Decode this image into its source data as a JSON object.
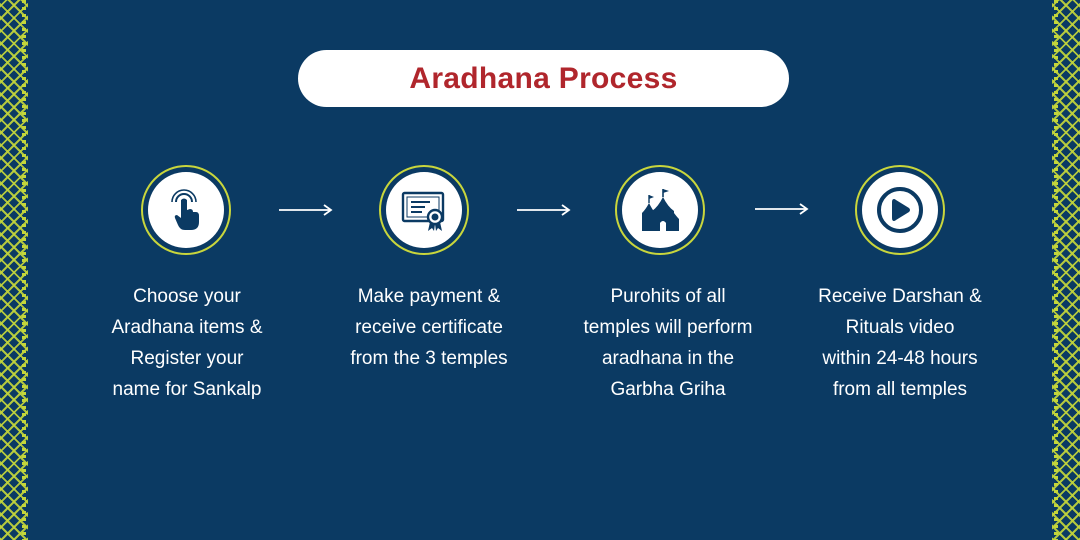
{
  "title": "Aradhana Process",
  "colors": {
    "background": "#0b3a63",
    "title": "#b0262c",
    "accent": "#c9d63c",
    "icon": "#0b3a63"
  },
  "steps": [
    {
      "icon": "tap-hand-icon",
      "lines": [
        "Choose your",
        "Aradhana items &",
        "Register your",
        "name for Sankalp"
      ]
    },
    {
      "icon": "certificate-icon",
      "lines": [
        "Make payment &",
        "receive certificate",
        "from the 3 temples"
      ]
    },
    {
      "icon": "temple-icon",
      "lines": [
        "Purohits of all",
        "temples will perform",
        "aradhana in the",
        "Garbha Griha"
      ]
    },
    {
      "icon": "play-video-icon",
      "lines": [
        "Receive Darshan &",
        "Rituals video",
        "within 24-48 hours",
        "from all temples"
      ]
    }
  ]
}
